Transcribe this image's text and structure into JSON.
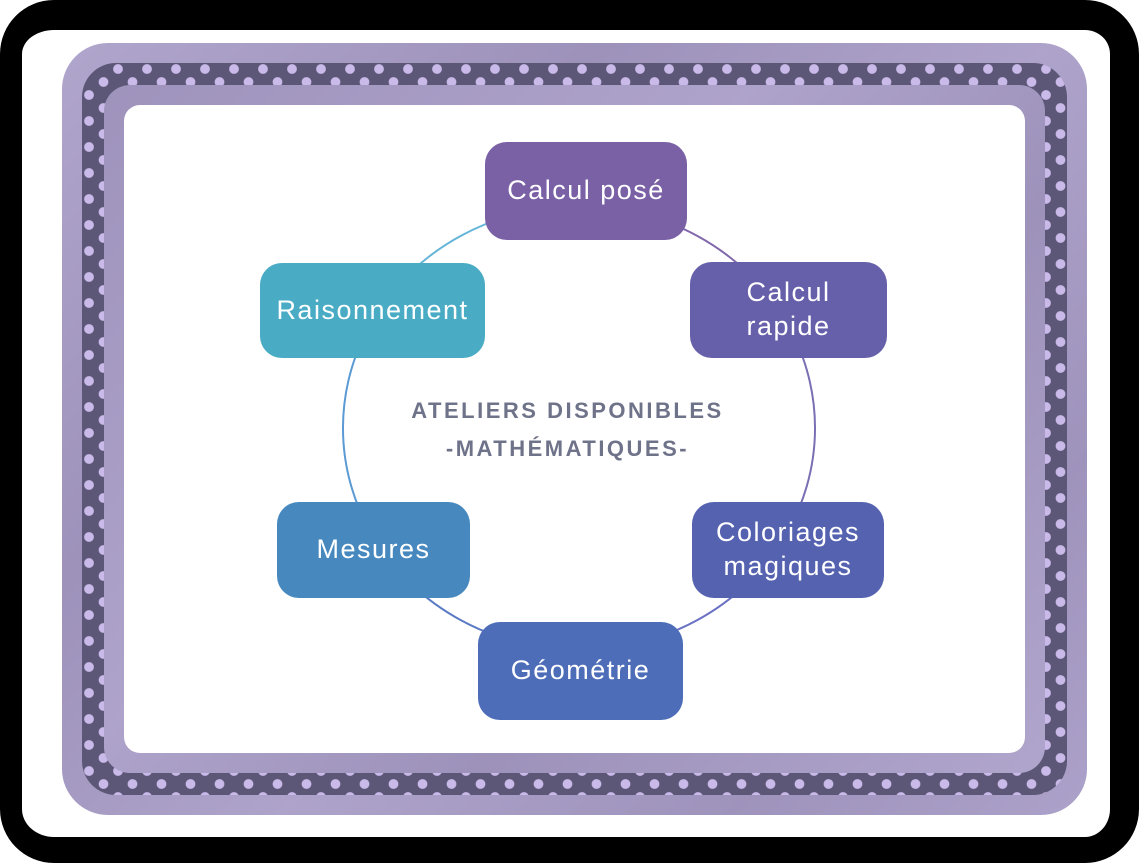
{
  "frame": {
    "outer_border_color": "#000000",
    "band_light_color": "#a79bc6",
    "band_dark_color": "#5d5777",
    "dot_color": "#c9bae9"
  },
  "title": {
    "line1": "ATELIERS DISPONIBLES",
    "line2": "-MATHÉMATIQUES-",
    "color": "#6f7389"
  },
  "nodes": [
    {
      "label": "Calcul posé",
      "color": "#7a61a5"
    },
    {
      "label": "Calcul rapide",
      "color": "#6660aa"
    },
    {
      "label": "Coloriages magiques",
      "color": "#5562b0"
    },
    {
      "label": "Géométrie",
      "color": "#4d6db8"
    },
    {
      "label": "Mesures",
      "color": "#4789bf"
    },
    {
      "label": "Raisonnement",
      "color": "#49abc4"
    }
  ],
  "circle": {
    "segment_colors": {
      "upper_right": "#8166ac",
      "right": "#7b6fb3",
      "lower_right": "#6a71c3",
      "lower_left": "#5b7ac5",
      "left": "#5c9ad4",
      "upper_left": "#64b5d8"
    }
  }
}
